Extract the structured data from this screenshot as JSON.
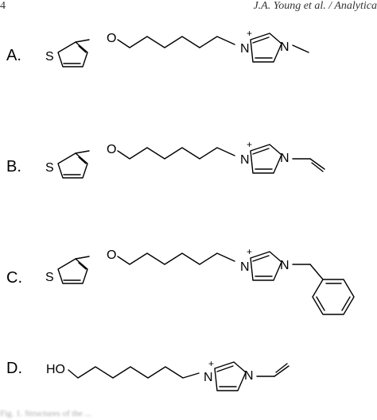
{
  "header": {
    "page_number": "4",
    "running_head": "J.A. Young et al. / Analytica"
  },
  "molecules": [
    {
      "label": "A.",
      "atoms": [
        "S",
        "O",
        "N",
        "+",
        "N"
      ],
      "substituent": "methyl"
    },
    {
      "label": "B.",
      "atoms": [
        "S",
        "O",
        "N",
        "+",
        "N"
      ],
      "substituent": "vinyl"
    },
    {
      "label": "C.",
      "atoms": [
        "S",
        "O",
        "N",
        "+",
        "N"
      ],
      "substituent": "benzyl"
    },
    {
      "label": "D.",
      "atoms": [
        "HO",
        "N",
        "+",
        "N"
      ],
      "substituent": "vinyl"
    }
  ],
  "footer": {
    "caption_fragment": "Fig. 1. Structures of the ..."
  },
  "colors": {
    "ink": "#000000",
    "background": "#ffffff"
  }
}
